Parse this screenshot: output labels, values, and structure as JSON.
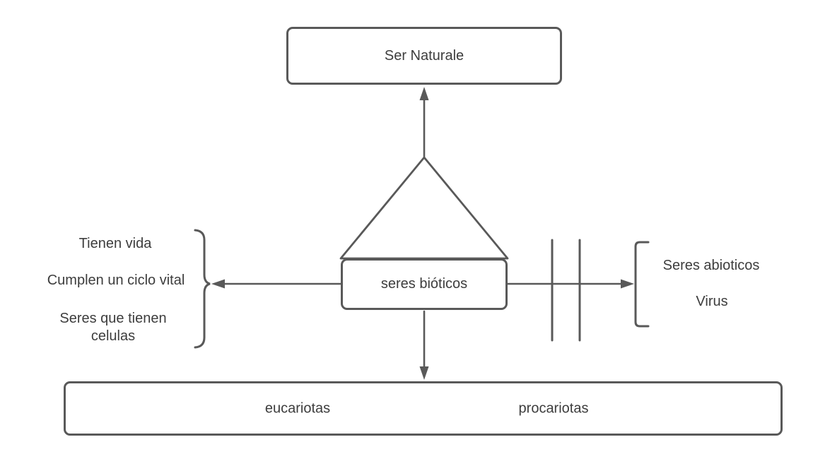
{
  "colors": {
    "stroke": "#595959",
    "text": "#3d3d3d",
    "background": "#ffffff"
  },
  "nodes": {
    "top": {
      "label": "Ser Naturale"
    },
    "center": {
      "label": "seres bióticos"
    },
    "bottom": {
      "labels": [
        "eucariotas",
        "procariotas"
      ]
    }
  },
  "left_group": {
    "items": [
      "Tienen vida",
      "Cumplen un ciclo vital",
      "Seres que tienen celulas"
    ]
  },
  "right_group": {
    "items": [
      "Seres abioticos",
      "Virus"
    ]
  }
}
